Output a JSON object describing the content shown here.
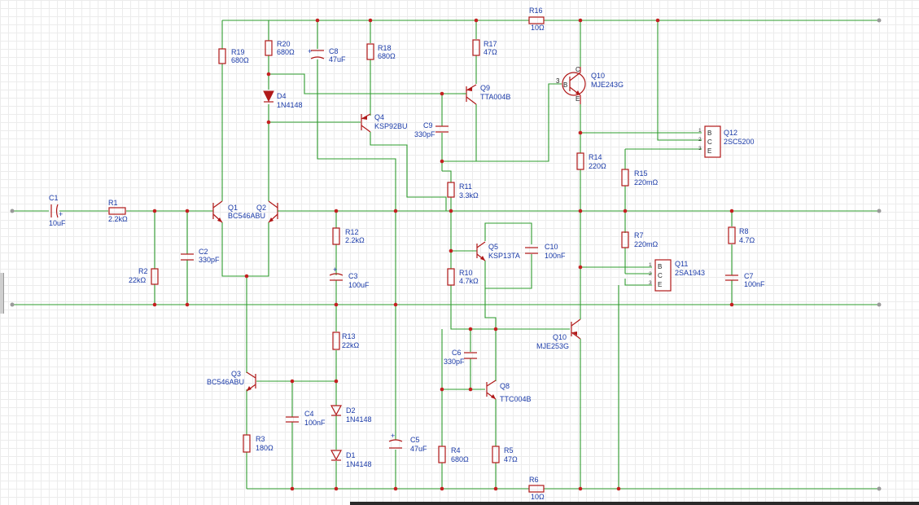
{
  "colors": {
    "wire": "#2e9c2e",
    "component": "#b01818",
    "label": "#1a3aa8",
    "junction": "#c42020",
    "grid": "#ececec"
  },
  "components": {
    "C1": {
      "ref": "C1",
      "value": "10uF"
    },
    "R1": {
      "ref": "R1",
      "value": "2.2kΩ"
    },
    "R2": {
      "ref": "R2",
      "value": "22kΩ"
    },
    "C2": {
      "ref": "C2",
      "value": "330pF"
    },
    "Q1": {
      "ref": "Q1",
      "value": "BC546ABU"
    },
    "Q2": {
      "ref": "Q2",
      "value": ""
    },
    "R19": {
      "ref": "R19",
      "value": "680Ω"
    },
    "R20": {
      "ref": "R20",
      "value": "680Ω"
    },
    "C8": {
      "ref": "C8",
      "value": "47uF"
    },
    "R18": {
      "ref": "R18",
      "value": "680Ω"
    },
    "D4": {
      "ref": "D4",
      "value": "1N4148"
    },
    "Q4": {
      "ref": "Q4",
      "value": "KSP92BU"
    },
    "R17": {
      "ref": "R17",
      "value": "47Ω"
    },
    "Q9": {
      "ref": "Q9",
      "value": "TTA004B"
    },
    "C9": {
      "ref": "C9",
      "value": "330pF"
    },
    "R16": {
      "ref": "R16",
      "value": "10Ω"
    },
    "Q10T": {
      "ref": "Q10",
      "value": "MJE243G"
    },
    "Q12": {
      "ref": "Q12",
      "value": "2SC5200"
    },
    "R14": {
      "ref": "R14",
      "value": "220Ω"
    },
    "R15": {
      "ref": "R15",
      "value": "220mΩ"
    },
    "R11": {
      "ref": "R11",
      "value": "3.3kΩ"
    },
    "R12": {
      "ref": "R12",
      "value": "2.2kΩ"
    },
    "C3": {
      "ref": "C3",
      "value": "100uF"
    },
    "Q5": {
      "ref": "Q5",
      "value": "KSP13TA"
    },
    "C10": {
      "ref": "C10",
      "value": "100nF"
    },
    "R10": {
      "ref": "R10",
      "value": "4.7kΩ"
    },
    "R7": {
      "ref": "R7",
      "value": "220mΩ"
    },
    "Q11": {
      "ref": "Q11",
      "value": "2SA1943"
    },
    "R8": {
      "ref": "R8",
      "value": "4.7Ω"
    },
    "C7": {
      "ref": "C7",
      "value": "100nF"
    },
    "R13": {
      "ref": "R13",
      "value": "22kΩ"
    },
    "Q10B": {
      "ref": "Q10",
      "value": "MJE253G"
    },
    "C6": {
      "ref": "C6",
      "value": "330pF"
    },
    "Q3": {
      "ref": "Q3",
      "value": "BC546ABU"
    },
    "C4": {
      "ref": "C4",
      "value": "100nF"
    },
    "D2": {
      "ref": "D2",
      "value": "1N4148"
    },
    "Q8": {
      "ref": "Q8",
      "value": "TTC004B"
    },
    "R3": {
      "ref": "R3",
      "value": "180Ω"
    },
    "D1": {
      "ref": "D1",
      "value": "1N4148"
    },
    "C5": {
      "ref": "C5",
      "value": "47uF"
    },
    "R4": {
      "ref": "R4",
      "value": "680Ω"
    },
    "R5": {
      "ref": "R5",
      "value": "47Ω"
    },
    "R6": {
      "ref": "R6",
      "value": "10Ω"
    }
  },
  "pins": {
    "b": "B",
    "c": "C",
    "e": "E",
    "n1": "1",
    "n2": "2",
    "n3": "3"
  }
}
